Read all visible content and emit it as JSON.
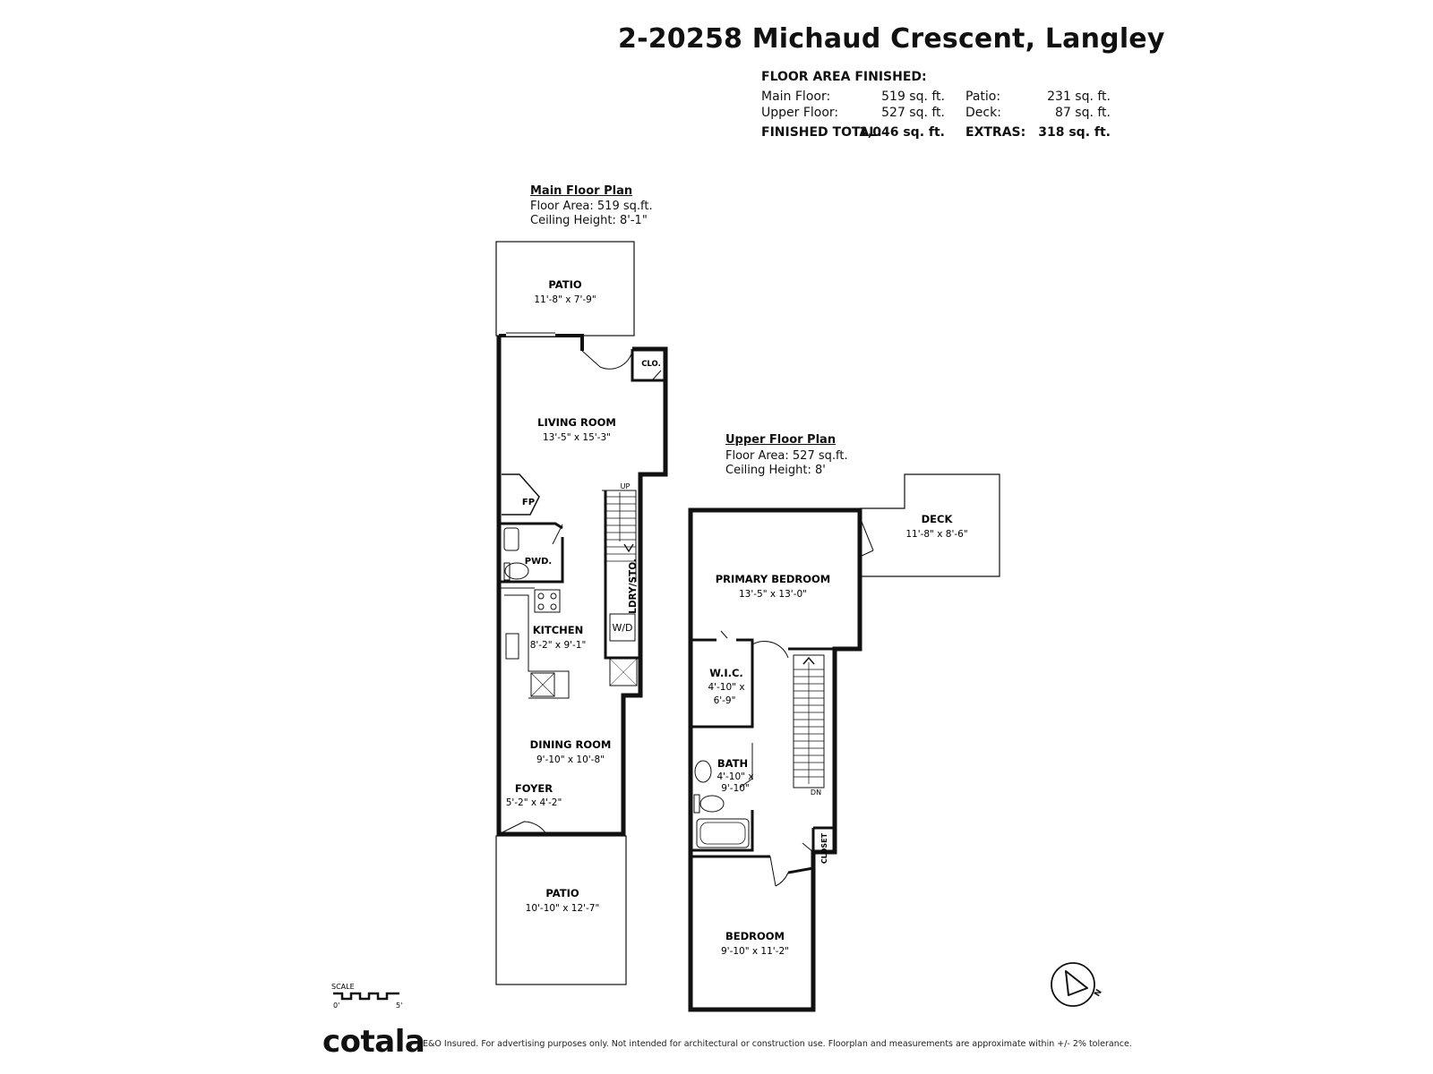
{
  "title": "2-20258 Michaud Crescent, Langley",
  "summary": {
    "heading": "FLOOR AREA FINISHED:",
    "main_floor_label": "Main Floor:",
    "main_floor_value": "519 sq. ft.",
    "upper_floor_label": "Upper Floor:",
    "upper_floor_value": "527 sq. ft.",
    "patio_label": "Patio:",
    "patio_value": "231 sq. ft.",
    "deck_label": "Deck:",
    "deck_value": "87 sq. ft.",
    "finished_total_label": "FINISHED TOTAL:",
    "finished_total_value": "1,046 sq. ft.",
    "extras_label": "EXTRAS:",
    "extras_value": "318 sq. ft."
  },
  "main_plan": {
    "heading": "Main Floor Plan",
    "floor_area": "Floor Area: 519 sq.ft.",
    "ceiling_height": "Ceiling Height: 8'-1\"",
    "rooms": {
      "patio_top": {
        "name": "PATIO",
        "dims": "11'-8\" x 7'-9\""
      },
      "closet": {
        "name": "CLO."
      },
      "living": {
        "name": "LIVING ROOM",
        "dims": "13'-5\" x 15'-3\""
      },
      "fireplace": {
        "name": "FP"
      },
      "powder": {
        "name": "PWD."
      },
      "laundry": {
        "name": "LDRY/STO."
      },
      "washer_dryer": {
        "name": "W/D"
      },
      "stair_up": {
        "name": "UP"
      },
      "kitchen": {
        "name": "KITCHEN",
        "dims": "8'-2\" x 9'-1\""
      },
      "dining": {
        "name": "DINING ROOM",
        "dims": "9'-10\" x 10'-8\""
      },
      "foyer": {
        "name": "FOYER",
        "dims": "5'-2\" x 4'-2\""
      },
      "patio_bottom": {
        "name": "PATIO",
        "dims": "10'-10\" x 12'-7\""
      }
    }
  },
  "upper_plan": {
    "heading": "Upper Floor Plan",
    "floor_area": "Floor Area: 527 sq.ft.",
    "ceiling_height": "Ceiling Height: 8'",
    "rooms": {
      "deck": {
        "name": "DECK",
        "dims": "11'-8\" x 8'-6\""
      },
      "primary": {
        "name": "PRIMARY BEDROOM",
        "dims": "13'-5\" x 13'-0\""
      },
      "wic": {
        "name": "W.I.C.",
        "dims_1": "4'-10\" x",
        "dims_2": "6'-9\""
      },
      "bath": {
        "name": "BATH",
        "dims_1": "4'-10\" x",
        "dims_2": "9'-10\""
      },
      "stair_down": {
        "name": "DN"
      },
      "closet": {
        "name": "CLOSET"
      },
      "bedroom": {
        "name": "BEDROOM",
        "dims": "9'-10\" x 11'-2\""
      }
    }
  },
  "scale": {
    "label": "SCALE",
    "start": "0'",
    "end": "5'"
  },
  "compass": {
    "label": "N"
  },
  "brand": "cotala",
  "disclaimer": "E&O Insured. For advertising purposes only. Not intended for architectural or construction use. Floorplan and measurements are approximate within +/- 2% tolerance.",
  "colors": {
    "wall": "#111111",
    "text": "#111111",
    "background": "#ffffff"
  }
}
